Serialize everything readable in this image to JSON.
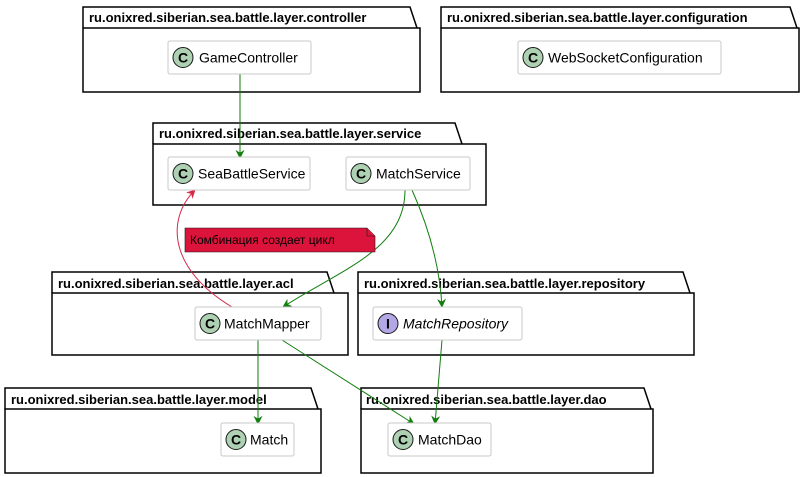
{
  "packages": {
    "controller": "ru.onixred.siberian.sea.battle.layer.controller",
    "configuration": "ru.onixred.siberian.sea.battle.layer.configuration",
    "service": "ru.onixred.siberian.sea.battle.layer.service",
    "acl": "ru.onixred.siberian.sea.battle.layer.acl",
    "repository": "ru.onixred.siberian.sea.battle.layer.repository",
    "model": "ru.onixred.siberian.sea.battle.layer.model",
    "dao": "ru.onixred.siberian.sea.battle.layer.dao"
  },
  "classes": {
    "game_controller": "GameController",
    "websocket_configuration": "WebSocketConfiguration",
    "sea_battle_service": "SeaBattleService",
    "match_service": "MatchService",
    "match_mapper": "MatchMapper",
    "match_repository": "MatchRepository",
    "match": "Match",
    "match_dao": "MatchDao"
  },
  "stereotypes": {
    "class_letter": "C",
    "interface_letter": "I"
  },
  "note": {
    "text": "Комбинация создает цикл"
  },
  "colors": {
    "dependency_edge": "#117e0e",
    "cycle_edge": "#d52a4a",
    "note_fill": "#dc143c",
    "class_spot": "#add1b2",
    "interface_spot": "#b4a7e5"
  }
}
